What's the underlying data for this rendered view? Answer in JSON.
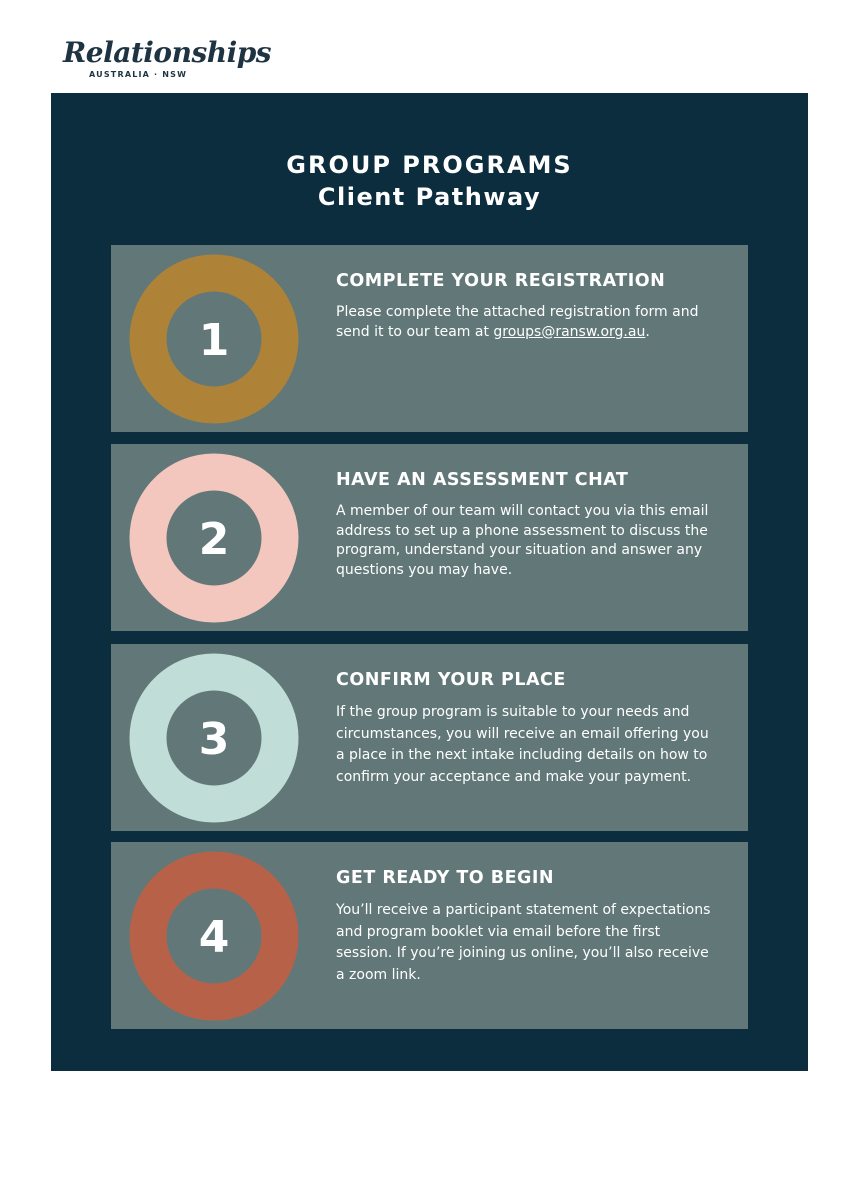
{
  "logo": {
    "word": "Relationships",
    "sub": "AUSTRALIA · NSW"
  },
  "heading": {
    "line1": "GROUP PROGRAMS",
    "line2": "Client Pathway"
  },
  "colors": {
    "panel": "#0c2d3d",
    "card": "#627878",
    "step1": "#ae8338",
    "step2": "#f3c7bd",
    "step3": "#c0ddd8",
    "step4": "#b86149"
  },
  "steps": [
    {
      "number": "1",
      "title": "COMPLETE YOUR REGISTRATION",
      "text_before": "Please complete the attached registration form and send it to our team at ",
      "link": "groups@ransw.org.au",
      "text_after": "."
    },
    {
      "number": "2",
      "title": "HAVE AN ASSESSMENT CHAT",
      "text": "A member of our team will contact you via this email address to set up a phone assessment to discuss the program, understand your situation and answer any questions you may have."
    },
    {
      "number": "3",
      "title": "CONFIRM YOUR PLACE",
      "text": "If the group program is suitable to your needs and circumstances, you will receive an email offering you a place in the next intake including details on how to confirm your acceptance and make your payment."
    },
    {
      "number": "4",
      "title": "GET READY TO BEGIN",
      "text": "You’ll receive a participant statement of expectations and program booklet via email before the first session. If you’re joining us online, you’ll also receive a zoom link."
    }
  ]
}
